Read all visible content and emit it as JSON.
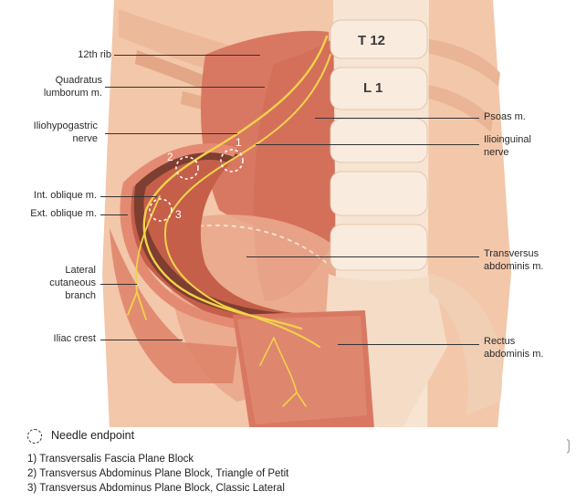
{
  "vertebrae": {
    "upper": "T 12",
    "lower": "L 1"
  },
  "labels": {
    "rib12": "12th rib",
    "quadratus_1": "Quadratus",
    "quadratus_2": "lumborum m.",
    "iliohypogastric_1": "Iliohypogastric",
    "iliohypogastric_2": "nerve",
    "int_oblique": "Int. oblique m.",
    "ext_oblique": "Ext. oblique m.",
    "lateral_1": "Lateral",
    "lateral_2": "cutaneous",
    "lateral_3": "branch",
    "iliac_crest": "Iliac crest",
    "psoas": "Psoas m.",
    "ilioinguinal_1": "Ilioinguinal",
    "ilioinguinal_2": "nerve",
    "transversus_1": "Transversus",
    "transversus_2": "abdominis m.",
    "rectus_1": "Rectus",
    "rectus_2": "abdominis m."
  },
  "injection_sites": [
    "1",
    "2",
    "3"
  ],
  "legend": {
    "key_label": "Needle endpoint",
    "items": [
      "1) Transversalis Fascia Plane Block",
      "2) Transversus Abdominus Plane Block, Triangle of Petit",
      "3) Transversus Abdominus Plane Block, Classic Lateral"
    ]
  },
  "colors": {
    "skin": "#f3c7a9",
    "muscle": "#d46f5a",
    "muscle_light": "#e89a80",
    "fascia": "#8a4a3a",
    "nerve": "#f2d24a",
    "bone": "#f7e4d2"
  }
}
